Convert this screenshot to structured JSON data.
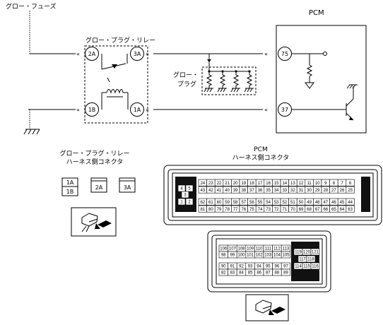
{
  "diagram": {
    "fuse_label": "グロー・フューズ",
    "pcm_label": "PCM",
    "relay_label": "グロー・プラグ・リレー",
    "plug_label": "グロー・\nプラグ",
    "relay_pins": [
      "2A",
      "3A",
      "1B",
      "1A"
    ],
    "pcm_pins": [
      "75",
      "37"
    ]
  },
  "relay_connector": {
    "title": "グロー・プラグ・リレー\nハーネス側コネクタ",
    "pins": [
      "1A",
      "1B",
      "2A",
      "3A"
    ]
  },
  "pcm_connector": {
    "title": "PCM\nハーネス側コネクタ",
    "block1_row1": [
      "24",
      "23",
      "22",
      "21",
      "20",
      "19",
      "18",
      "17",
      "16",
      "15",
      "14",
      "13",
      "12",
      "11",
      "10",
      "9",
      "8",
      "7",
      "6"
    ],
    "block1_row2": [
      "43",
      "42",
      "41",
      "40",
      "39",
      "38",
      "37",
      "36",
      "35",
      "34",
      "33",
      "32",
      "31",
      "30",
      "29",
      "28",
      "27",
      "26",
      "25"
    ],
    "block1_row3": [
      "62",
      "61",
      "60",
      "59",
      "58",
      "57",
      "56",
      "55",
      "54",
      "53",
      "52",
      "51",
      "50",
      "49",
      "48",
      "47",
      "46",
      "45",
      "44"
    ],
    "block1_row4": [
      "81",
      "80",
      "79",
      "78",
      "77",
      "76",
      "75",
      "74",
      "73",
      "72",
      "71",
      "70",
      "69",
      "68",
      "67",
      "66",
      "65",
      "64",
      "63"
    ],
    "block1_left": [
      "4",
      "5",
      "3",
      "1",
      "2"
    ],
    "block2_row1": [
      "106",
      "107",
      "108",
      "109",
      "110",
      "111",
      "112",
      "113"
    ],
    "block2_row2": [
      "98",
      "99",
      "100",
      "101",
      "102",
      "103",
      "104",
      "105"
    ],
    "block2_row3": [
      "90",
      "91",
      "92",
      "93",
      "94",
      "95",
      "96",
      "97"
    ],
    "block2_row4": [
      "82",
      "83",
      "84",
      "85",
      "86",
      "87",
      "88",
      "89"
    ],
    "block2_right": [
      "119",
      "120",
      "121",
      "117",
      "118",
      "114",
      "115",
      "116"
    ]
  }
}
